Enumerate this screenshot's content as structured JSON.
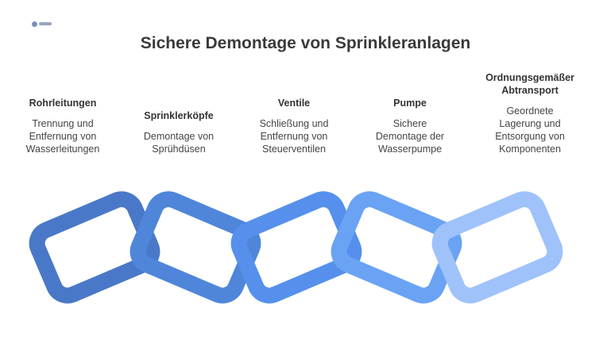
{
  "title": "Sichere Demontage von Sprinkleranlagen",
  "colors": {
    "link1": "#4a78c8",
    "link2": "#4f86da",
    "link3": "#5690ec",
    "link4": "#6aa3f4",
    "link5": "#9fc2fb"
  },
  "steps": [
    {
      "heading": "Rohrleitungen",
      "description": "Trennung und Entfernung von Wasserleitungen"
    },
    {
      "heading": "Sprinklerköpfe",
      "description": "Demontage von Sprühdüsen"
    },
    {
      "heading": "Ventile",
      "description": "Schließung und Entfernung von Steuerventilen"
    },
    {
      "heading": "Pumpe",
      "description": "Sichere Demontage der Wasserpumpe"
    },
    {
      "heading": "Ordnungsgemäßer Abtransport",
      "description": "Geordnete Lagerung und Entsorgung von Komponenten"
    }
  ]
}
